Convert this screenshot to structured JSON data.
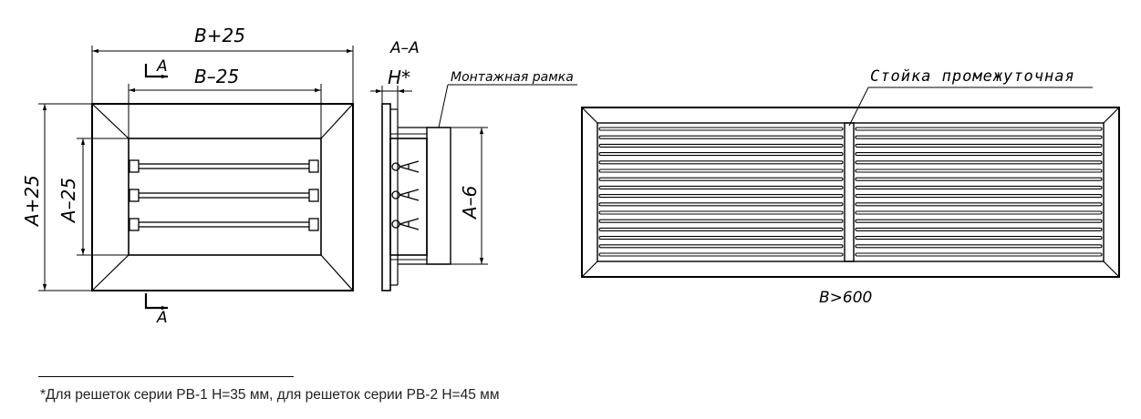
{
  "front_view": {
    "dim_outer_width": "B+25",
    "dim_inner_width": "B–25",
    "dim_outer_height": "A+25",
    "dim_inner_height": "A–25",
    "section_mark_top": "A",
    "section_mark_bottom": "A"
  },
  "section_view": {
    "title": "A–A",
    "dim_depth": "H*",
    "dim_height": "A–6",
    "frame_label": "Монтажная рамка"
  },
  "wide_view": {
    "post_label": "Стойка промежуточная",
    "dim_width": "B>600"
  },
  "footnote": "*Для решеток серии РВ-1 Н=35 мм, для решеток серии РВ-2 Н=45 мм"
}
